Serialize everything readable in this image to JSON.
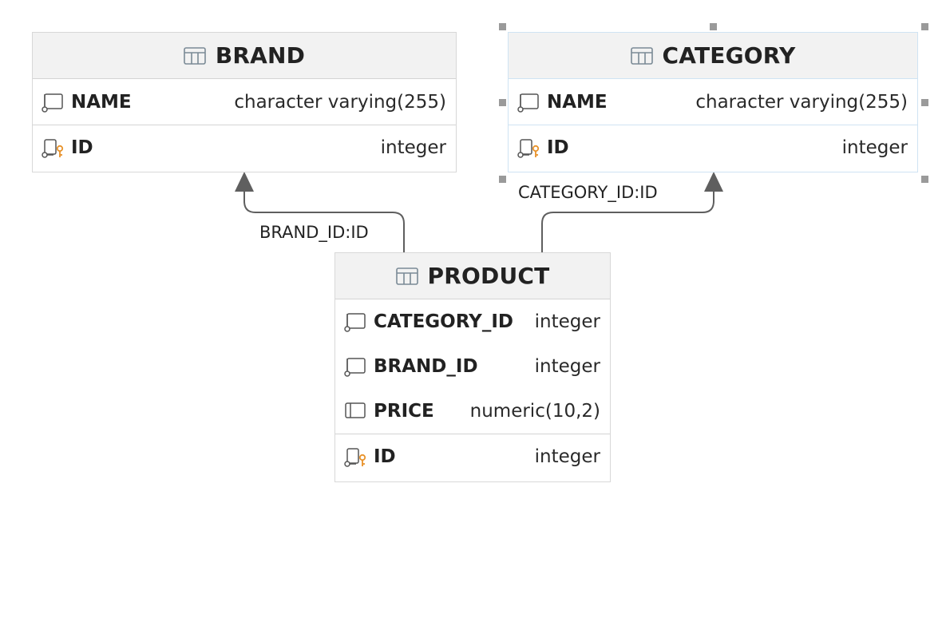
{
  "tables": {
    "brand": {
      "name": "BRAND",
      "columns": [
        {
          "name": "NAME",
          "type": "character varying(255)"
        },
        {
          "name": "ID",
          "type": "integer"
        }
      ]
    },
    "category": {
      "name": "CATEGORY",
      "columns": [
        {
          "name": "NAME",
          "type": "character varying(255)"
        },
        {
          "name": "ID",
          "type": "integer"
        }
      ]
    },
    "product": {
      "name": "PRODUCT",
      "columns": [
        {
          "name": "CATEGORY_ID",
          "type": "integer"
        },
        {
          "name": "BRAND_ID",
          "type": "integer"
        },
        {
          "name": "PRICE",
          "type": "numeric(10,2)"
        },
        {
          "name": "ID",
          "type": "integer"
        }
      ]
    }
  },
  "relations": [
    {
      "label": "BRAND_ID:ID",
      "from": "PRODUCT",
      "to": "BRAND"
    },
    {
      "label": "CATEGORY_ID:ID",
      "from": "PRODUCT",
      "to": "CATEGORY"
    }
  ],
  "colors": {
    "header_bg": "#f2f2f2",
    "border": "#d8d8d8",
    "selected_border": "#cfe3f3",
    "key_icon": "#e8922a",
    "line": "#5f5f5f"
  },
  "icons": {
    "table": "table-grid-icon",
    "fk_column": "foreign-key-column-icon",
    "pk_column": "primary-key-column-icon",
    "plain_column": "column-icon"
  }
}
